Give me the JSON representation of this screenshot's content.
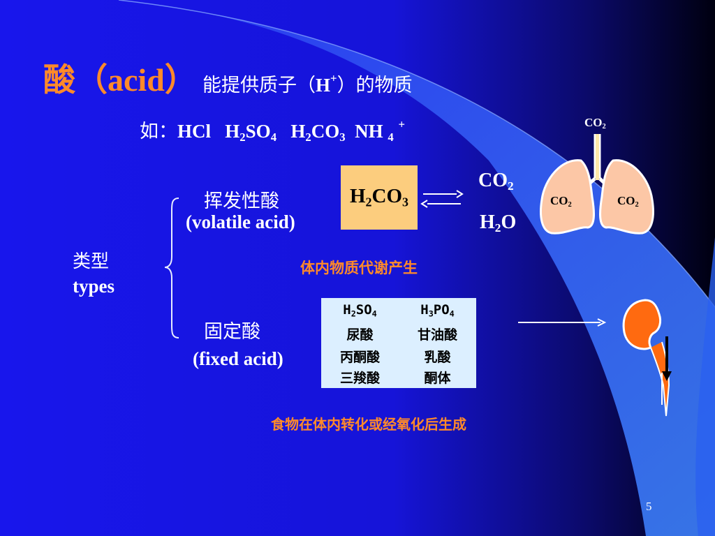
{
  "title": {
    "main": "酸（acid）",
    "desc_pre": "能提供质子（",
    "desc_ion": "H",
    "desc_charge": "+",
    "desc_post": "）的物质"
  },
  "examples": {
    "prefix": "如：",
    "hcl": "HCl",
    "h2so4": {
      "a": "H",
      "s1": "2",
      "b": "SO",
      "s2": "4"
    },
    "h2co3": {
      "a": "H",
      "s1": "2",
      "b": "CO",
      "s2": "3"
    },
    "nh4": {
      "a": "NH",
      "s1": "4",
      "charge": "+"
    }
  },
  "types": {
    "label": "类型",
    "label_en": "types"
  },
  "volatile": {
    "name_cn": "挥发性酸",
    "name_en": "(volatile acid)",
    "compound": {
      "a": "H",
      "s1": "2",
      "b": "CO",
      "s2": "3"
    },
    "product_co2": {
      "a": "CO",
      "s": "2"
    },
    "product_h2o": {
      "a": "H",
      "s": "2",
      "b": "O"
    },
    "note": "体内物质代谢产生"
  },
  "lungs": {
    "top": {
      "a": "CO",
      "s": "2"
    },
    "left": {
      "a": "CO",
      "s": "2"
    },
    "right": {
      "a": "CO",
      "s": "2"
    }
  },
  "fixed": {
    "name_cn": "固定酸",
    "name_en": "(fixed acid)",
    "h2so4": {
      "a": "H",
      "s1": "2",
      "b": "SO",
      "s2": "4"
    },
    "h3po4": {
      "a": "H",
      "s1": "3",
      "b": "PO",
      "s2": "4"
    },
    "rows": [
      [
        "尿酸",
        "甘油酸"
      ],
      [
        "丙酮酸",
        "乳酸"
      ],
      [
        "三羧酸",
        "酮体"
      ]
    ],
    "note": "食物在体内转化或经氧化后生成"
  },
  "page_number": "5",
  "colors": {
    "background": "#1a16e8",
    "accent": "#ff8a2a",
    "box_orange": "#fccd7e",
    "box_light": "#dcefff",
    "lung": "#fcc7a6",
    "kidney": "#ff6a10"
  }
}
